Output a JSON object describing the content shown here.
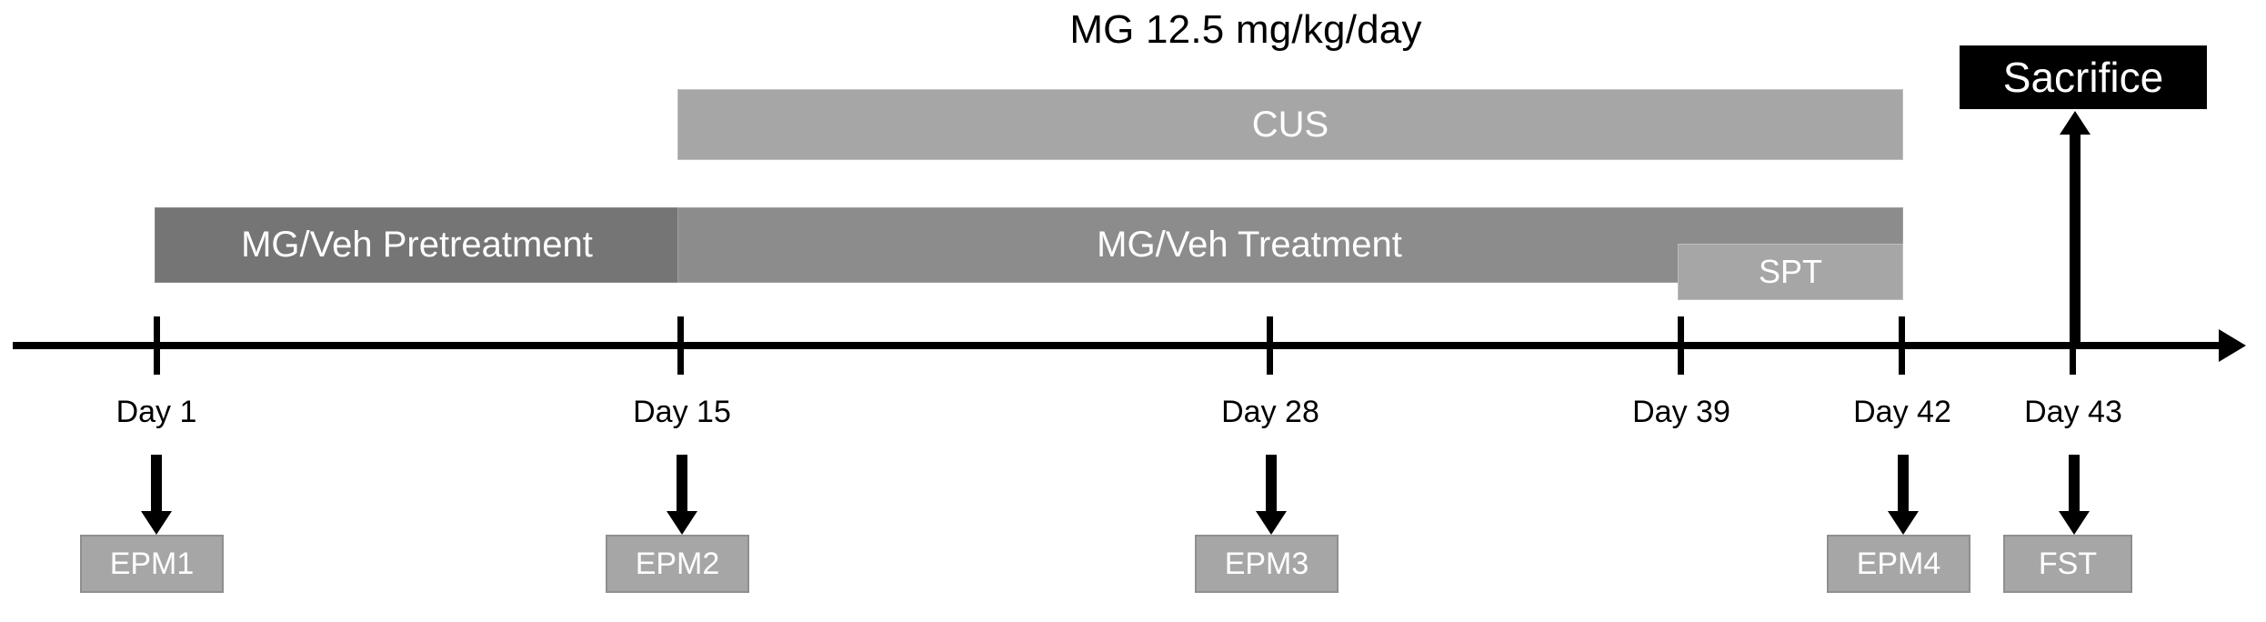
{
  "diagram": {
    "title": "MG 12.5 mg/kg/day",
    "colors": {
      "cus_bar": "#a6a6a6",
      "pretreatment_bar": "#757575",
      "treatment_bar": "#8c8c8c",
      "spt_bar": "#a6a6a6",
      "sacrifice_box": "#000000",
      "test_box": "#a6a6a6",
      "axis": "#000000",
      "bar_text": "#ffffff"
    },
    "phase_bars": [
      {
        "id": "cus",
        "label": "CUS"
      },
      {
        "id": "pretreatment",
        "label": "MG/Veh Pretreatment"
      },
      {
        "id": "treatment",
        "label": "MG/Veh Treatment"
      },
      {
        "id": "spt",
        "label": "SPT"
      }
    ],
    "endpoint": {
      "label": "Sacrifice"
    },
    "timeline": {
      "ticks": [
        {
          "day": 1,
          "label": "Day 1"
        },
        {
          "day": 15,
          "label": "Day 15"
        },
        {
          "day": 28,
          "label": "Day 28"
        },
        {
          "day": 39,
          "label": "Day 39"
        },
        {
          "day": 42,
          "label": "Day 42"
        },
        {
          "day": 43,
          "label": "Day 43"
        }
      ]
    },
    "tests": [
      {
        "id": "epm1",
        "label": "EPM1",
        "day": 1
      },
      {
        "id": "epm2",
        "label": "EPM2",
        "day": 15
      },
      {
        "id": "epm3",
        "label": "EPM3",
        "day": 28
      },
      {
        "id": "epm4",
        "label": "EPM4",
        "day": 42
      },
      {
        "id": "fst",
        "label": "FST",
        "day": 43
      }
    ]
  }
}
